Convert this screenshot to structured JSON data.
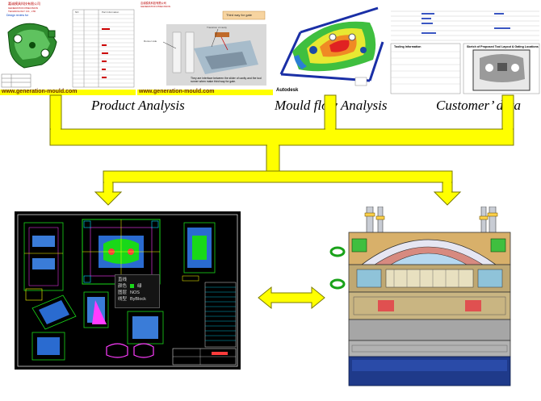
{
  "captions": {
    "product_analysis": "Product Analysis",
    "mould_flow_analysis": "Mould flow Analysis",
    "customer_data": "Customer’ data"
  },
  "panels": {
    "product_analysis": {
      "design_review_label": "Design review for",
      "url": "www.generation-mould.com",
      "table_headers": [
        "NO",
        "Part Information"
      ]
    },
    "gate_analysis": {
      "callout_title": "Third way for gate",
      "label_runner": "Runner side",
      "label_cavity": "Transition of cavity",
      "note": "They are interface between the slider of cavity and the tool runner when make third way for gate.",
      "url": "www.generation-mould.com"
    },
    "mould_flow": {
      "brand": "Autodesk"
    },
    "customer_data": {
      "section_tooling": "Tooling Information",
      "section_sketch": "Sketch of Proposed Tool Layout & Gating Locations"
    },
    "cad_drawing": {
      "popup": [
        {
          "key": "颜色",
          "value": "绿"
        },
        {
          "key": "图层",
          "value": "NOS"
        },
        {
          "key": "线型",
          "value": "ByBlock"
        }
      ],
      "popup_title": "直线"
    }
  },
  "colors": {
    "connector_fill": "#ffff00",
    "connector_stroke": "#8a8a00",
    "cad_background": "#000000",
    "mould_blue": "#1f3a8a"
  }
}
